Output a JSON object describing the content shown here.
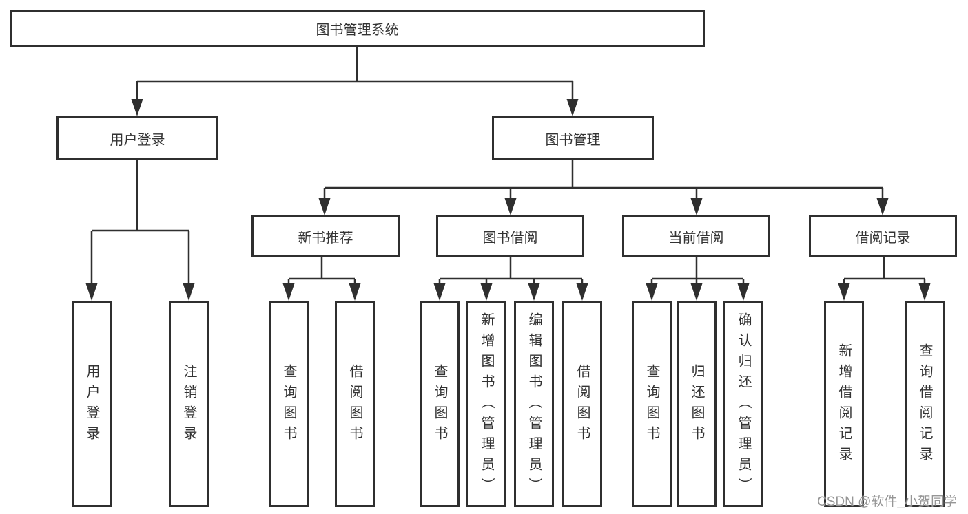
{
  "diagram_title": "图书管理系统",
  "nodes": {
    "root": {
      "label": "图书管理系统"
    },
    "user_login": {
      "label": "用户登录"
    },
    "book_management": {
      "label": "图书管理"
    },
    "new_book_recommend": {
      "label": "新书推荐"
    },
    "book_borrowing": {
      "label": "图书借阅"
    },
    "current_borrowing": {
      "label": "当前借阅"
    },
    "borrowing_records": {
      "label": "借阅记录"
    },
    "leaf_user_login": {
      "label": "用户登录"
    },
    "leaf_logout": {
      "label": "注销登录"
    },
    "leaf_query_books_1": {
      "label": "查询图书"
    },
    "leaf_borrow_books_1": {
      "label": "借阅图书"
    },
    "leaf_query_books_2": {
      "label": "查询图书"
    },
    "leaf_add_books_admin": {
      "label": "新增图书（管理员）"
    },
    "leaf_edit_books_admin": {
      "label": "编辑图书（管理员）"
    },
    "leaf_borrow_books_2": {
      "label": "借阅图书"
    },
    "leaf_query_books_3": {
      "label": "查询图书"
    },
    "leaf_return_books": {
      "label": "归还图书"
    },
    "leaf_confirm_return_admin": {
      "label": "确认归还（管理员）"
    },
    "leaf_add_borrow_record": {
      "label": "新增借阅记录"
    },
    "leaf_query_borrow_record": {
      "label": "查询借阅记录"
    }
  },
  "hierarchy": {
    "root": [
      "user_login",
      "book_management"
    ],
    "user_login": [
      "leaf_user_login",
      "leaf_logout"
    ],
    "book_management": [
      "new_book_recommend",
      "book_borrowing",
      "current_borrowing",
      "borrowing_records"
    ],
    "new_book_recommend": [
      "leaf_query_books_1",
      "leaf_borrow_books_1"
    ],
    "book_borrowing": [
      "leaf_query_books_2",
      "leaf_add_books_admin",
      "leaf_edit_books_admin",
      "leaf_borrow_books_2"
    ],
    "current_borrowing": [
      "leaf_query_books_3",
      "leaf_return_books",
      "leaf_confirm_return_admin"
    ],
    "borrowing_records": [
      "leaf_add_borrow_record",
      "leaf_query_borrow_record"
    ]
  },
  "watermark": {
    "text": "CSDN @软件_小贺同学"
  },
  "colors": {
    "line": "#2f2f2f",
    "box_border": "#2f2f2f",
    "text": "#333333",
    "background": "#ffffff",
    "watermark": "#969696"
  }
}
